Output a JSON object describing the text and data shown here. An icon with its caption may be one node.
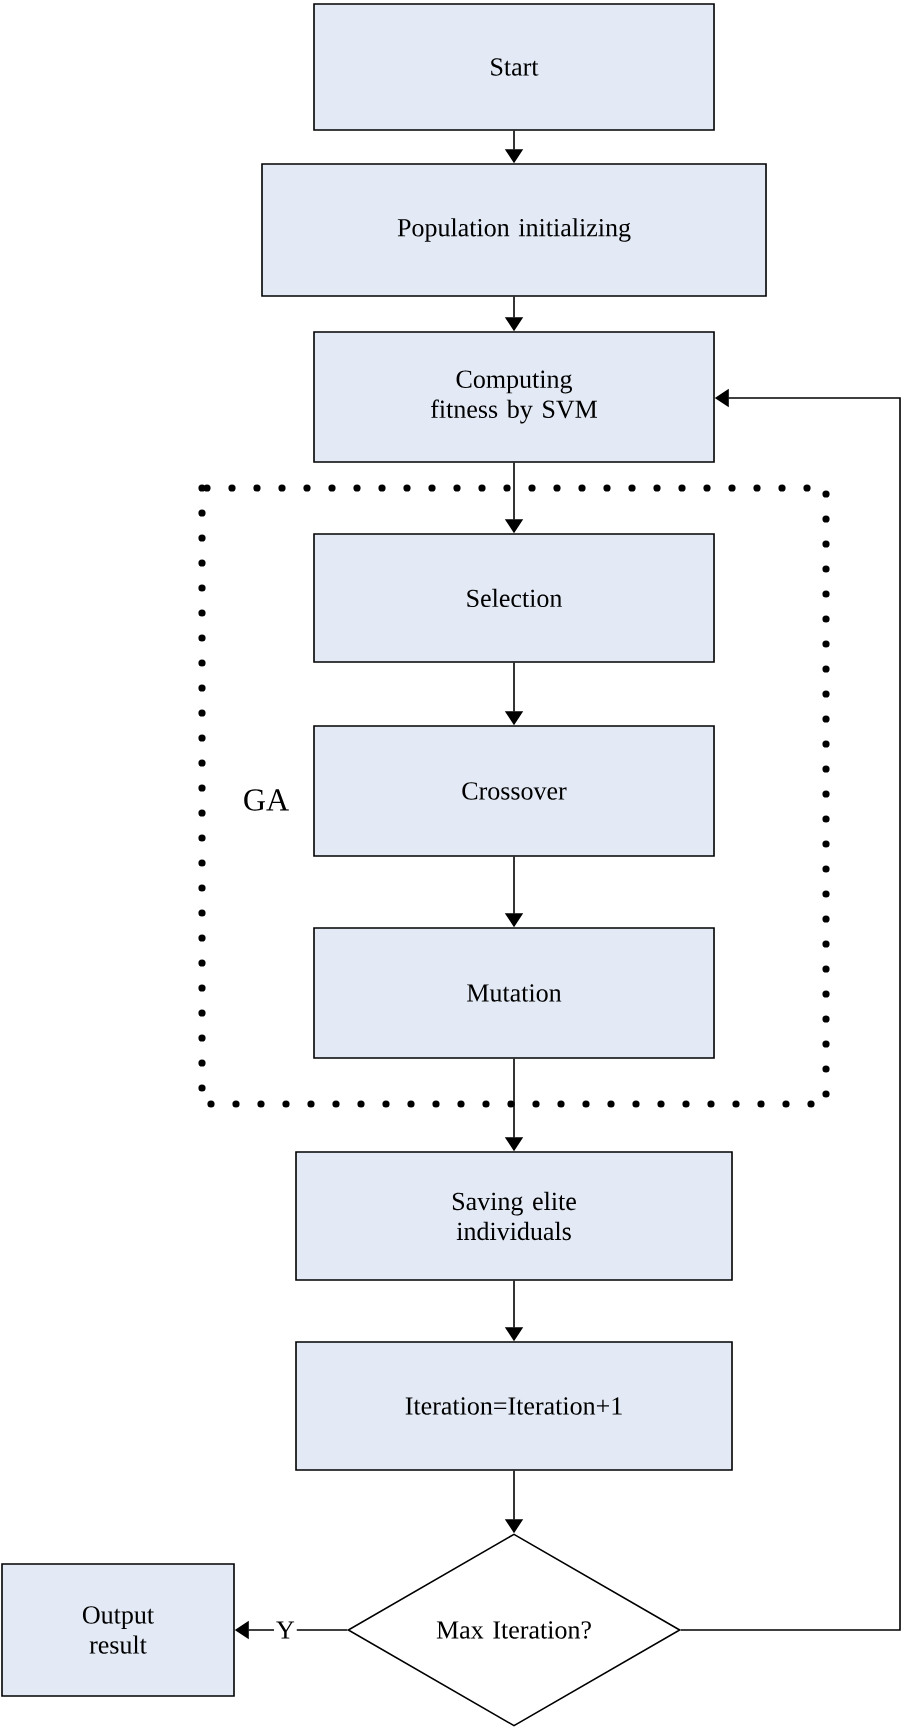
{
  "diagram": {
    "nodes": [
      {
        "text": [
          "Start"
        ]
      },
      {
        "text": [
          "Population initializing"
        ]
      },
      {
        "text": [
          "Computing fitness by SVM"
        ]
      },
      {
        "text": [
          "GA"
        ]
      },
      {
        "text": [
          "Selection"
        ],
        "in": 3
      },
      {
        "text": [
          "Crossover"
        ],
        "in": 3
      },
      {
        "text": [
          "Mutation"
        ],
        "in": 3
      },
      {
        "text": [
          "Saving elite individuals"
        ]
      },
      {
        "text": [
          "Iteration=Iteration+1"
        ]
      },
      {
        "text": [
          "Max Iteration?"
        ]
      },
      {
        "text": [
          "Output result"
        ]
      }
    ],
    "edges": [
      {
        "from": 0,
        "to": 1,
        "arrow": "to"
      },
      {
        "from": 1,
        "to": 2,
        "arrow": "to"
      },
      {
        "from": 2,
        "to": 4,
        "arrow": "to"
      },
      {
        "from": 4,
        "to": 5,
        "arrow": "to"
      },
      {
        "from": 5,
        "to": 6,
        "arrow": "to"
      },
      {
        "from": 6,
        "to": 7,
        "arrow": "to"
      },
      {
        "from": 7,
        "to": 8,
        "arrow": "to"
      },
      {
        "from": 8,
        "to": 9,
        "arrow": "to"
      },
      {
        "from": 9,
        "to": 10,
        "arrow": "to",
        "label": "Y"
      },
      {
        "from": 9,
        "to": 2,
        "arrow": "to"
      }
    ]
  }
}
